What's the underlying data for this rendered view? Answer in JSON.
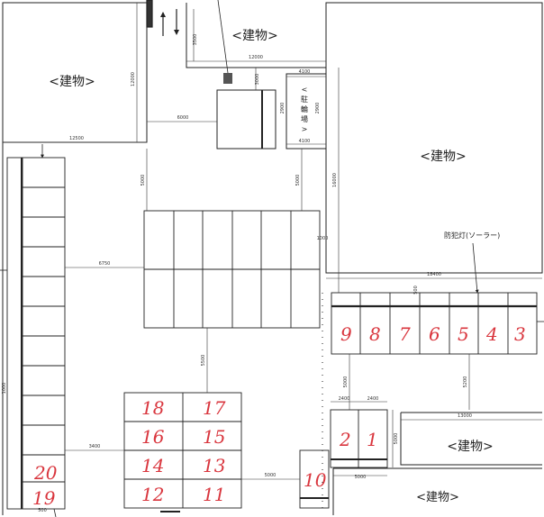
{
  "buildings": {
    "b1": "<建物>",
    "b2": "<建物>",
    "b3": "<建物>",
    "b4": "<建物>",
    "b5": "<建物>"
  },
  "bike_parking": [
    "<",
    "駐",
    "輪",
    "場",
    ">"
  ],
  "security_light": "防犯灯(ソーラー)",
  "dimensions": {
    "d12000_top": "12000",
    "d3500": "3500",
    "d12000_left": "12000",
    "d3000": "3000",
    "d4100_top": "4100",
    "d2900": "2900",
    "d2900b": "2900",
    "d4100_bot": "4100",
    "d6000": "6000",
    "d12500": "12500",
    "d5000_a": "5000",
    "d5000_b": "5000",
    "d16000": "16000",
    "d6750": "6750",
    "d1000_r": "1000",
    "d18400": "18400",
    "d600": "500",
    "d5500": "5500",
    "d5000_c": "5000",
    "d5200": "5200",
    "d2400_a": "2400",
    "d2400_b": "2400",
    "d13000": "13000",
    "d5000_v": "5000",
    "d5000_d": "5000",
    "d3400": "3400",
    "d5000_e": "5000",
    "d1000_l": "1000",
    "d600_b": "500"
  },
  "spaces": {
    "s1": "1",
    "s2": "2",
    "s3": "3",
    "s4": "4",
    "s5": "5",
    "s6": "6",
    "s7": "7",
    "s8": "8",
    "s9": "9",
    "s10": "10",
    "s11": "11",
    "s12": "12",
    "s13": "13",
    "s14": "14",
    "s15": "15",
    "s16": "16",
    "s17": "17",
    "s18": "18",
    "s19": "19",
    "s20": "20"
  }
}
